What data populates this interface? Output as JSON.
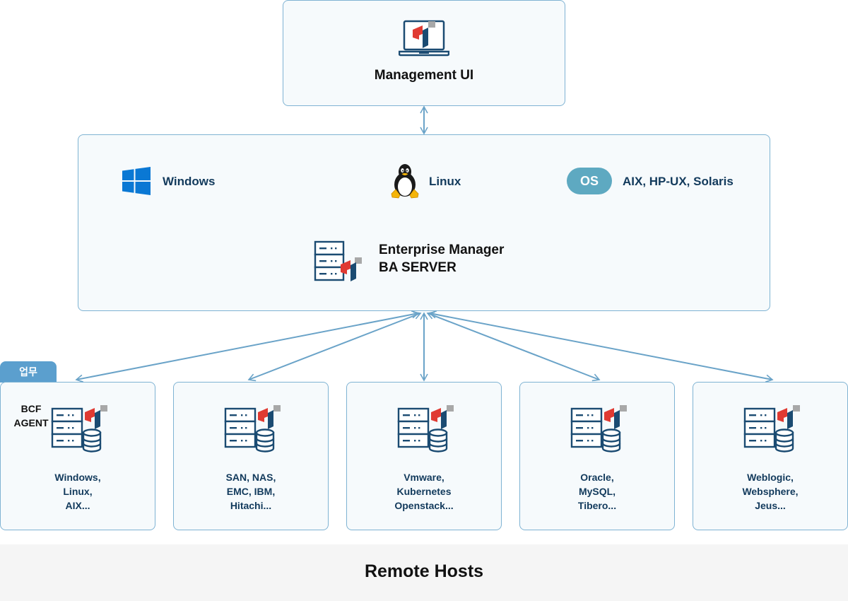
{
  "management": {
    "label": "Management UI"
  },
  "server": {
    "os": {
      "windows": "Windows",
      "linux": "Linux",
      "pill": "OS",
      "unix": "AIX, HP-UX, Solaris"
    },
    "name_line1": "Enterprise Manager",
    "name_line2": "BA SERVER"
  },
  "business_tab": "업무",
  "agent": {
    "line1": "BCF",
    "line2": "AGENT"
  },
  "hosts": [
    {
      "lines": [
        "Windows,",
        "Linux,",
        "AIX..."
      ]
    },
    {
      "lines": [
        "SAN, NAS,",
        "EMC, IBM,",
        "Hitachi..."
      ]
    },
    {
      "lines": [
        "Vmware,",
        "Kubernetes",
        "Openstack..."
      ]
    },
    {
      "lines": [
        "Oracle,",
        "MySQL,",
        "Tibero..."
      ]
    },
    {
      "lines": [
        "Weblogic,",
        "Websphere,",
        "Jeus..."
      ]
    }
  ],
  "footer": "Remote Hosts",
  "colors": {
    "navy": "#1b4b72",
    "red": "#e03a32",
    "gray": "#a8a8a8",
    "line": "#6aa3c8",
    "pill": "#5ea9c1",
    "tab": "#5b9fce"
  },
  "icons": {
    "management": "laptop-icon",
    "windows": "windows-logo-icon",
    "linux": "tux-penguin-icon",
    "server": "server-rack-icon",
    "host": "server-database-icon"
  }
}
